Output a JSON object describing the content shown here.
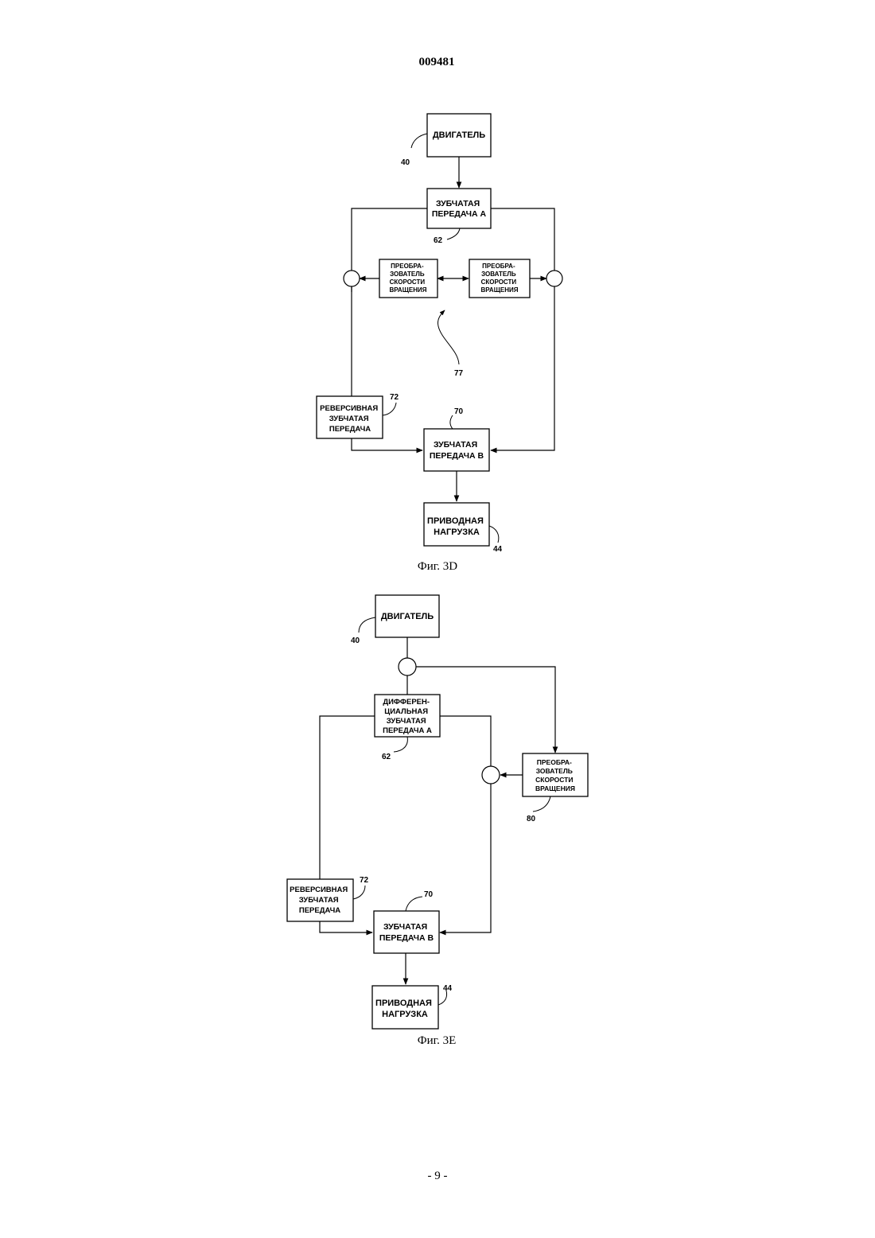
{
  "document": {
    "patent_number": "009481",
    "page_number": "- 9 -"
  },
  "fig3d": {
    "caption": "Фиг. 3D",
    "engine": {
      "lines": [
        "ДВИГАТЕЛЬ"
      ],
      "ref": "40"
    },
    "gear_a": {
      "lines": [
        "ЗУБЧАТАЯ",
        "ПЕРЕДАЧА А"
      ],
      "ref": "62"
    },
    "converter_left": {
      "lines": [
        "ПРЕОБРА-",
        "ЗОВАТЕЛЬ",
        "СКОРОСТИ",
        "ВРАЩЕНИЯ"
      ]
    },
    "converter_right": {
      "lines": [
        "ПРЕОБРА-",
        "ЗОВАТЕЛЬ",
        "СКОРОСТИ",
        "ВРАЩЕНИЯ"
      ]
    },
    "converter_group_ref": "77",
    "reverse_gear": {
      "lines": [
        "РЕВЕРСИВНАЯ",
        "ЗУБЧАТАЯ",
        "ПЕРЕДАЧА"
      ],
      "ref": "72"
    },
    "gear_b": {
      "lines": [
        "ЗУБЧАТАЯ",
        "ПЕРЕДАЧА В"
      ],
      "ref": "70"
    },
    "load": {
      "lines": [
        "ПРИВОДНАЯ",
        "НАГРУЗКА"
      ],
      "ref": "44"
    }
  },
  "fig3e": {
    "caption": "Фиг. 3E",
    "engine": {
      "lines": [
        "ДВИГАТЕЛЬ"
      ],
      "ref": "40"
    },
    "diff_gear_a": {
      "lines": [
        "ДИФФЕРЕН-",
        "ЦИАЛЬНАЯ",
        "ЗУБЧАТАЯ",
        "ПЕРЕДАЧА А"
      ],
      "ref": "62"
    },
    "converter": {
      "lines": [
        "ПРЕОБРА-",
        "ЗОВАТЕЛЬ",
        "СКОРОСТИ",
        "ВРАЩЕНИЯ"
      ],
      "ref": "80"
    },
    "reverse_gear": {
      "lines": [
        "РЕВЕРСИВНАЯ",
        "ЗУБЧАТАЯ",
        "ПЕРЕДАЧА"
      ],
      "ref": "72"
    },
    "gear_b": {
      "lines": [
        "ЗУБЧАТАЯ",
        "ПЕРЕДАЧА В"
      ],
      "ref": "70"
    },
    "load": {
      "lines": [
        "ПРИВОДНАЯ",
        "НАГРУЗКА"
      ],
      "ref": "44"
    }
  }
}
